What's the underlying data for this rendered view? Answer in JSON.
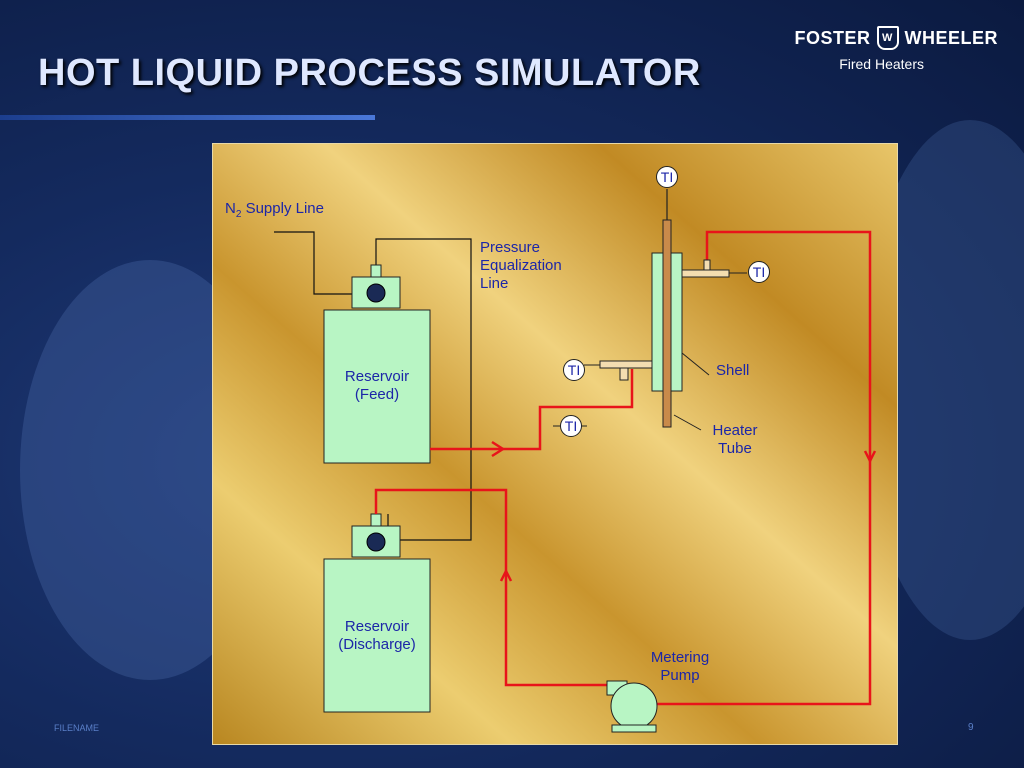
{
  "slide": {
    "title": "HOT LIQUID PROCESS SIMULATOR",
    "footer_left": "FILENAME",
    "page_number": "9"
  },
  "brand": {
    "left_word": "FOSTER",
    "right_word": "WHEELER",
    "subtitle": "Fired Heaters",
    "emblem_icon": "fw-shield-logo"
  },
  "diagram": {
    "n2_prefix": "N",
    "n2_subscript": "2",
    "n2_suffix": " Supply Line",
    "pressure_line_label": [
      "Pressure",
      "Equalization",
      "Line"
    ],
    "reservoir_feed": [
      "Reservoir",
      "(Feed)"
    ],
    "reservoir_discharge": [
      "Reservoir",
      "(Discharge)"
    ],
    "shell_label": "Shell",
    "heater_tube_label": [
      "Heater",
      "Tube"
    ],
    "pump_label": [
      "Metering",
      "Pump"
    ],
    "ti": "TI",
    "colors": {
      "flow_line": "#e8141a",
      "vessel_fill": "#b8f5c4",
      "label_text": "#1c26a8",
      "panel_gold": "#d4a23a"
    }
  }
}
